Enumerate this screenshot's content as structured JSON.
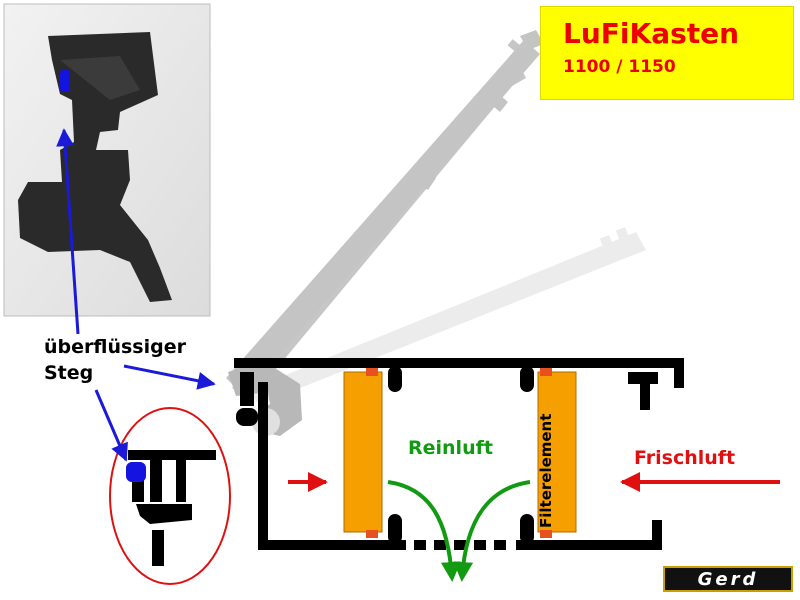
{
  "title": {
    "main": "LuFiKasten",
    "sub": "1100 / 1150"
  },
  "labels": {
    "steg_line1": "überflüssiger",
    "steg_line2": "Steg",
    "reinluft": "Reinluft",
    "frischluft": "Frischluft",
    "filterelement": "Filterelement"
  },
  "logo": {
    "text": "Gerd"
  },
  "colors": {
    "title_bg": "#ffff00",
    "title_text": "#ee0000",
    "pointer_arrow": "#1a1ad8",
    "reinluft": "#139a13",
    "frischluft": "#e01010",
    "filter": "#f5a000",
    "highlight_circle": "#dd1111"
  }
}
